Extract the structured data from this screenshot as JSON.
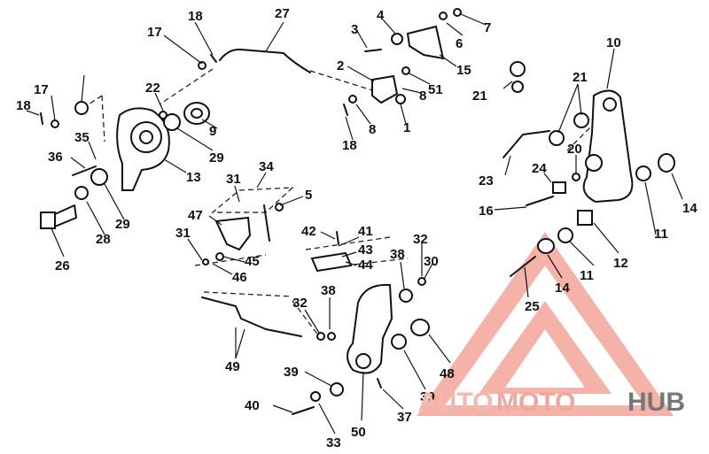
{
  "labels": [
    "1",
    "2",
    "3",
    "4",
    "5",
    "6",
    "7",
    "8",
    "8",
    "9",
    "10",
    "11",
    "11",
    "12",
    "13",
    "14",
    "14",
    "15",
    "16",
    "17",
    "17",
    "18",
    "18",
    "18",
    "20",
    "21",
    "21",
    "22",
    "23",
    "24",
    "25",
    "26",
    "27",
    "28",
    "29",
    "29",
    "30",
    "31",
    "31",
    "32",
    "32",
    "33",
    "34",
    "35",
    "36",
    "37",
    "38",
    "38",
    "39",
    "39",
    "40",
    "41",
    "42",
    "43",
    "44",
    "45",
    "46",
    "47",
    "48",
    "49",
    "50",
    "51"
  ],
  "watermark": {
    "part1": "AUTO",
    "part2": "MOTO",
    "part3": "HUB",
    "color_light": "#f5b8b0",
    "color_mid": "#f0a89e",
    "color_dark": "#777777"
  }
}
